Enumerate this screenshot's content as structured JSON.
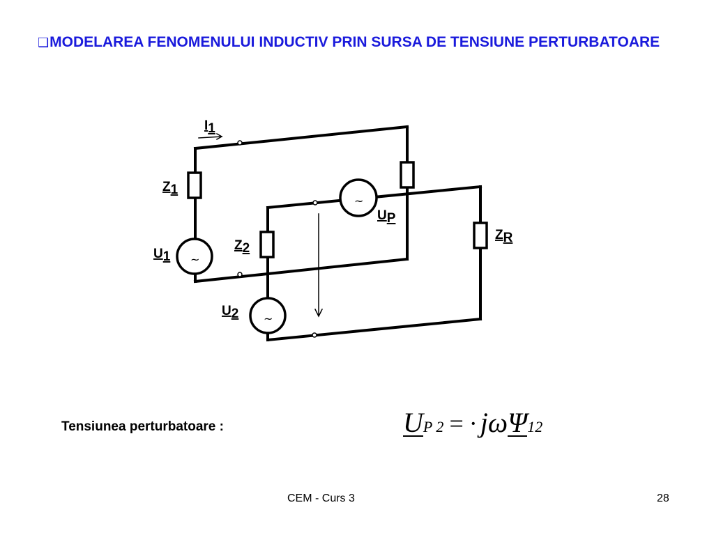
{
  "slide": {
    "title_bullet": "❑",
    "title_text": "MODELAREA FENOMENULUI INDUCTIV PRIN SURSA DE TENSIUNE PERTURBATOARE",
    "caption": "Tensiunea perturbatoare :",
    "formula": {
      "U": "U",
      "U_sub": "P 2",
      "equals": "=",
      "dot": "·",
      "j": "j",
      "omega": "ω",
      "Psi": "Ψ",
      "Psi_sub": "12"
    },
    "footer_center": "CEM - Curs 3",
    "page_number": "28"
  },
  "circuit": {
    "source_symbol": "~",
    "I1": {
      "main": "I",
      "sub": "1"
    },
    "Z1": {
      "main": "Z",
      "sub": "1"
    },
    "U1": {
      "main": "U",
      "sub": "1"
    },
    "Z2": {
      "main": "Z",
      "sub": "2"
    },
    "U2": {
      "main": "U",
      "sub": "2"
    },
    "UP": {
      "main": "U",
      "sub": "P"
    },
    "ZR": {
      "main": "Z",
      "sub": "R"
    }
  }
}
